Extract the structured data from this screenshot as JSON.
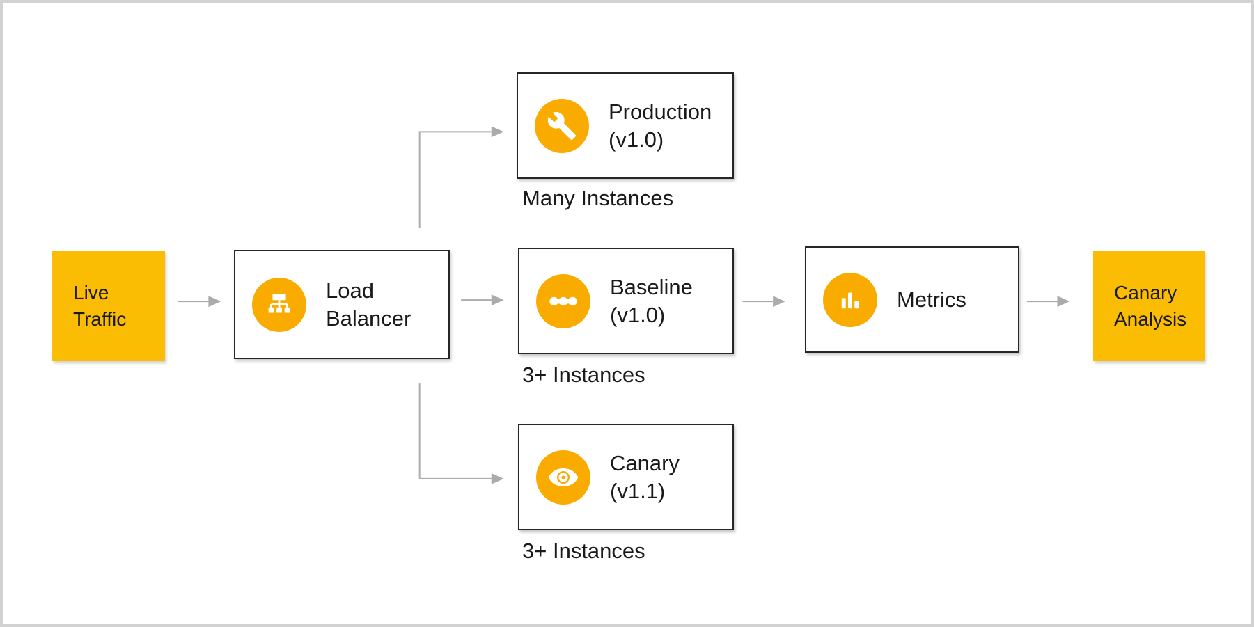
{
  "colors": {
    "accent_yellow": "#FBBC04",
    "icon_circle_yellow": "#F9AB00",
    "arrow_gray": "#ABABAB",
    "box_border": "#262626",
    "text_black": "#1A1A1A",
    "frame_gray": "#D2D2D2",
    "background": "#FFFFFF"
  },
  "nodes": {
    "live_traffic": {
      "lines": [
        "Live",
        "Traffic"
      ]
    },
    "load_balancer": {
      "lines": [
        "Load",
        "Balancer"
      ],
      "icon": "load-balancer-icon"
    },
    "production": {
      "lines": [
        "Production",
        "(v1.0)"
      ],
      "icon": "wrench-icon",
      "sublabel": "Many Instances"
    },
    "baseline": {
      "lines": [
        "Baseline",
        "(v1.0)"
      ],
      "icon": "commit-nodes-icon",
      "sublabel": "3+ Instances"
    },
    "canary": {
      "lines": [
        "Canary",
        "(v1.1)"
      ],
      "icon": "eye-icon",
      "sublabel": "3+ Instances"
    },
    "metrics": {
      "label": "Metrics",
      "icon": "bar-chart-icon"
    },
    "canary_analysis": {
      "lines": [
        "Canary",
        "Analysis"
      ]
    }
  }
}
